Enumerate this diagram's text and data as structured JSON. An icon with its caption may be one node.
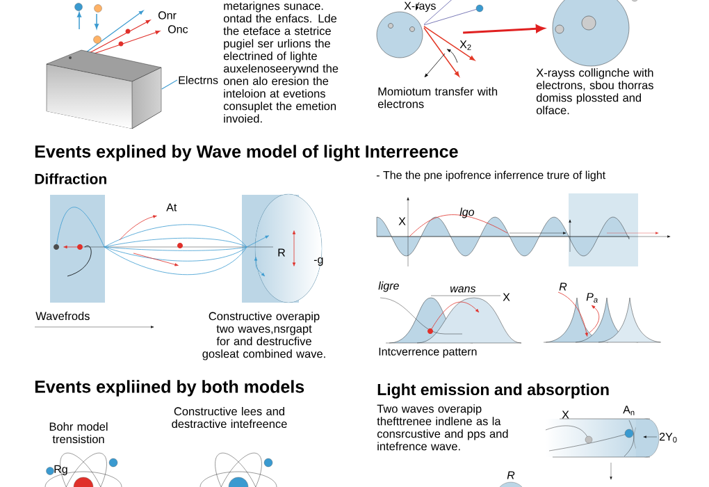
{
  "diagram": {
    "nodes": [
      {
        "text": [],
        "shape": "box"
      },
      {
        "text": [
          "Electrns"
        ]
      },
      {
        "text": [],
        "shape": "circle"
      },
      {
        "text": [],
        "shape": "circle"
      }
    ],
    "edges": [
      {
        "from": 1,
        "to": 0,
        "arrow": "none",
        "color": "#3a9ad0"
      },
      {
        "from": 2,
        "to": 3,
        "arrow": "to",
        "style": "thick",
        "color": "#e02020"
      }
    ],
    "labels": [
      "Onr",
      "Onc",
      "metarignes sunace. ontad the enfacs. Lde the eteface a stetrice pugiel ser urlions the electrined of lighte auxelenoseerywnd the onen alo eresion the inteloion at evetions consuplet the emetion invoied.",
      "X-rays",
      "X$_{2}$",
      "Momiotum transfer with electrons",
      "X-rayss collignche with electrons, sbou thorras domiss plossted and olface.",
      "Events explined by Wave model of light Interreence",
      "Diffraction",
      "At",
      "R",
      "-g",
      "Wavefrods",
      "Constructive overapip two waves,nsrgapt for and destrucfive gosleat combined wave.",
      "- The the pne ipofrence inferrence trure of light",
      "X",
      "lgo",
      "ligre",
      "wans",
      "X",
      "Intcverrence pattern",
      "R",
      "P$_{a}$",
      "Events expliined by both models",
      "Bohr model trensistion",
      "Constructive lees and destractive intefreence",
      "Rg",
      "Light emission and absorption",
      "Two waves overapip thefttrenee indlene as la consrcustive and pps and intefrence wave.",
      "X",
      "A$_{n}$",
      "2Y$_{0}$",
      "R"
    ]
  }
}
